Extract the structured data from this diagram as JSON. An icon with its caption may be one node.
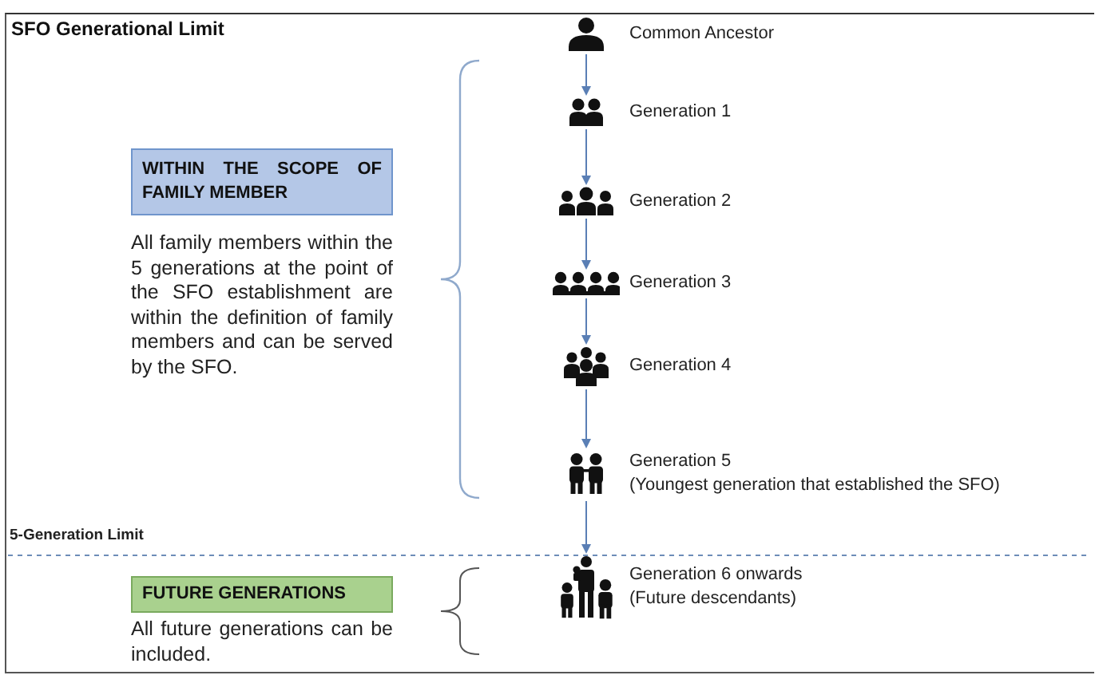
{
  "diagram": {
    "title": "SFO Generational Limit",
    "nodes": [
      {
        "text": [
          "Common Ancestor"
        ]
      },
      {
        "text": [
          "Generation 1"
        ]
      },
      {
        "text": [
          "Generation 2"
        ]
      },
      {
        "text": [
          "Generation 3"
        ]
      },
      {
        "text": [
          "Generation 4"
        ]
      },
      {
        "text": [
          "Generation 5",
          "(Youngest generation that established the SFO)"
        ]
      },
      {
        "text": [
          "Generation 6 onwards",
          "(Future descendants)"
        ]
      },
      {
        "text": [
          "WITHIN THE SCOPE OF FAMILY MEMBER"
        ],
        "beside": [
          "All family members within the 5 generations at the point of the SFO establishment are within the definition of family members and can be served by the SFO."
        ]
      },
      {
        "text": [
          "FUTURE GENERATIONS"
        ],
        "beside": [
          "All future generations can be included."
        ]
      }
    ],
    "edges": [
      {
        "from": 0,
        "to": 1,
        "arrow": "to"
      },
      {
        "from": 1,
        "to": 2,
        "arrow": "to"
      },
      {
        "from": 2,
        "to": 3,
        "arrow": "to"
      },
      {
        "from": 3,
        "to": 4,
        "arrow": "to"
      },
      {
        "from": 4,
        "to": 5,
        "arrow": "to"
      },
      {
        "from": 5,
        "to": 6,
        "arrow": "to"
      }
    ],
    "labels": [
      "5-Generation Limit"
    ]
  }
}
